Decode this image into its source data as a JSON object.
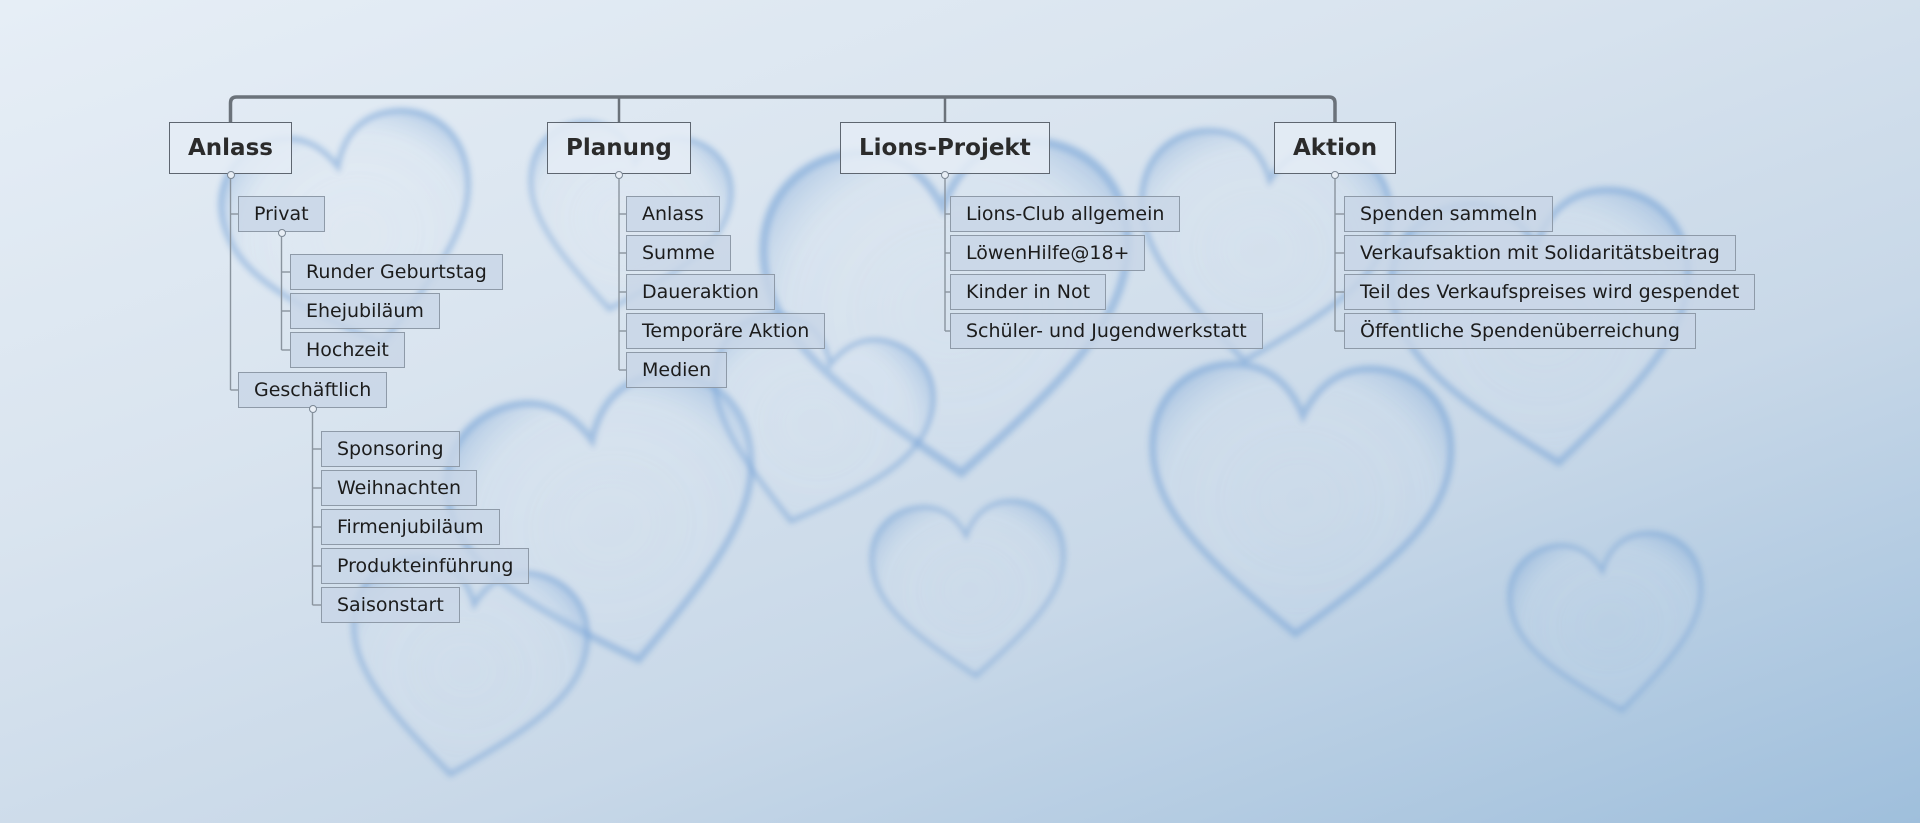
{
  "mindmap": {
    "roots": [
      {
        "label": "Anlass",
        "children": [
          {
            "label": "Privat",
            "children": [
              {
                "label": "Runder Geburtstag"
              },
              {
                "label": "Ehejubiläum"
              },
              {
                "label": "Hochzeit"
              }
            ]
          },
          {
            "label": "Geschäftlich",
            "children": [
              {
                "label": "Sponsoring"
              },
              {
                "label": "Weihnachten"
              },
              {
                "label": "Firmenjubiläum"
              },
              {
                "label": "Produkteinführung"
              },
              {
                "label": "Saisonstart"
              }
            ]
          }
        ]
      },
      {
        "label": "Planung",
        "children": [
          {
            "label": "Anlass"
          },
          {
            "label": "Summe"
          },
          {
            "label": "Daueraktion"
          },
          {
            "label": "Temporäre Aktion"
          },
          {
            "label": "Medien"
          }
        ]
      },
      {
        "label": "Lions-Projekt",
        "children": [
          {
            "label": "Lions-Club allgemein"
          },
          {
            "label": "LöwenHilfe@18+"
          },
          {
            "label": "Kinder in Not"
          },
          {
            "label": "Schüler- und Jugendwerkstatt"
          }
        ]
      },
      {
        "label": "Aktion",
        "children": [
          {
            "label": "Spenden sammeln"
          },
          {
            "label": "Verkaufsaktion mit Solidaritätsbeitrag"
          },
          {
            "label": "Teil des Verkaufspreises wird gespendet"
          },
          {
            "label": "Öffentliche Spendenüberreichung"
          }
        ]
      }
    ]
  },
  "colors": {
    "background": "#d9e4ef",
    "heart": "#6f9fd6",
    "connector": "#6b727a",
    "root_border": "#5e6670",
    "leaf_fill": "#c8d6e6"
  }
}
